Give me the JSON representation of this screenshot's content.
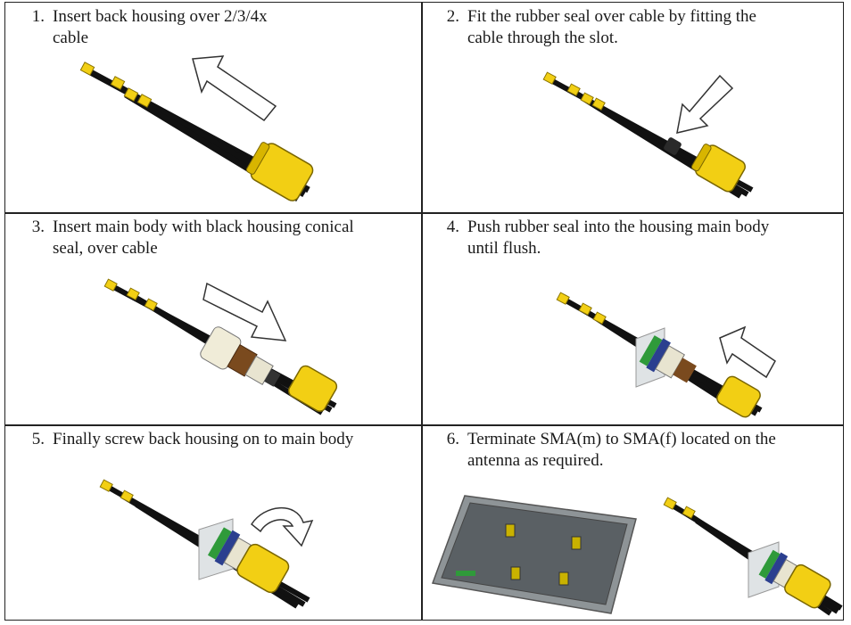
{
  "steps": [
    {
      "num": "1.",
      "line1": "Insert back housing over 2/3/4x",
      "line2": "cable"
    },
    {
      "num": "2.",
      "line1": "Fit the rubber seal over cable by fitting the",
      "line2": "cable through the slot."
    },
    {
      "num": "3.",
      "line1": "Insert main body with black housing conical",
      "line2": "seal, over cable"
    },
    {
      "num": "4.",
      "line1": "Push rubber seal into the housing main body",
      "line2": "until flush."
    },
    {
      "num": "5.",
      "line1": "Finally screw back housing on to main body",
      "line2": ""
    },
    {
      "num": "6.",
      "line1": "Terminate SMA(m) to SMA(f) located on the",
      "line2": "antenna as required."
    }
  ],
  "colors": {
    "housing_yellow": "#f2cf14",
    "cable": "#111111",
    "arrow_fill": "#ffffff",
    "seal_green": "#2f9a3a",
    "gland_blue": "#2b3f8f",
    "antenna_grey": "#9aa0a3"
  },
  "icons": [
    "arrow-left-up-icon",
    "arrow-down-left-icon",
    "arrow-right-down-icon",
    "arrow-left-up-icon",
    "rotate-arrow-icon"
  ]
}
